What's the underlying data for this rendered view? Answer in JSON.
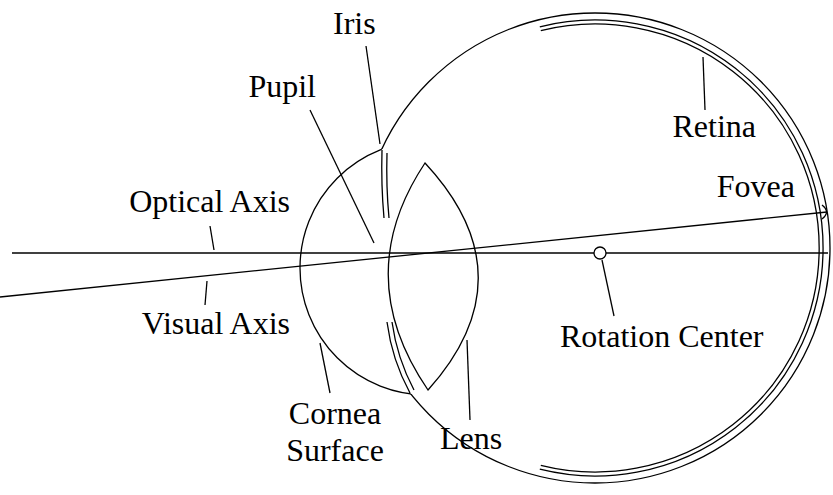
{
  "diagram": {
    "labels": [
      "Iris",
      "Pupil",
      "Retina",
      "Fovea",
      "Optical Axis",
      "Visual Axis",
      "Rotation Center",
      "Cornea Surface",
      "Lens"
    ]
  }
}
